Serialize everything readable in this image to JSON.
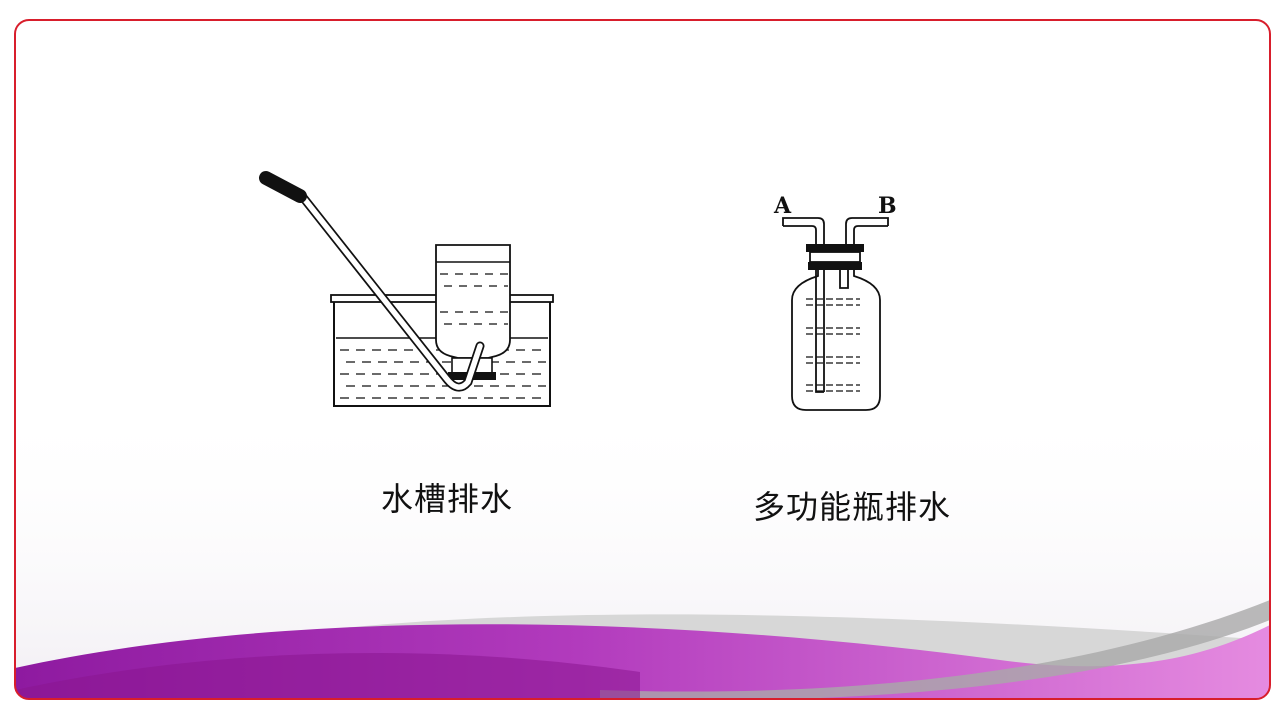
{
  "colors": {
    "border": "#d81e2c",
    "wave_dark": "#9b1fa6",
    "wave_light": "#e27ad9",
    "wave_gray": "#c9c9c9",
    "line": "#111111"
  },
  "figures": {
    "trough": {
      "caption": "水槽排水"
    },
    "bottle": {
      "caption": "多功能瓶排水",
      "port_a": "A",
      "port_b": "B"
    }
  }
}
